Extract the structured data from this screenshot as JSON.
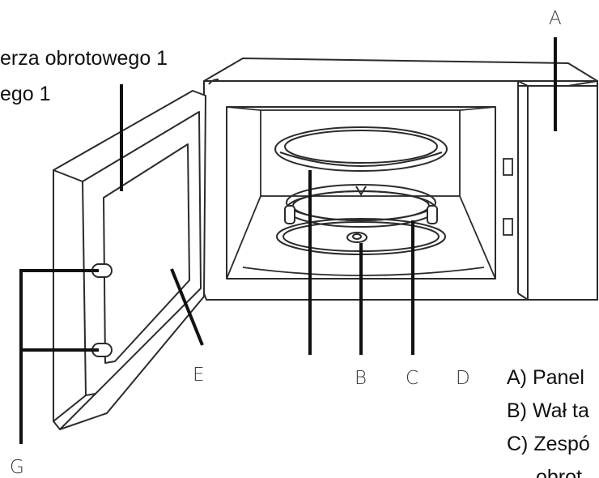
{
  "caption_top": {
    "line1": "erza obrotowego 1",
    "line2": "ego 1"
  },
  "labels": {
    "A": "A",
    "B": "B",
    "C": "C",
    "D": "D",
    "E": "E",
    "G": "G"
  },
  "legend": [
    "A) Panel",
    "B) Wał ta",
    "C) Zespó",
    "obrot"
  ],
  "colors": {
    "outline": "#2b2b2b",
    "leader": "#111111",
    "panel_fill": "#ffffff"
  }
}
